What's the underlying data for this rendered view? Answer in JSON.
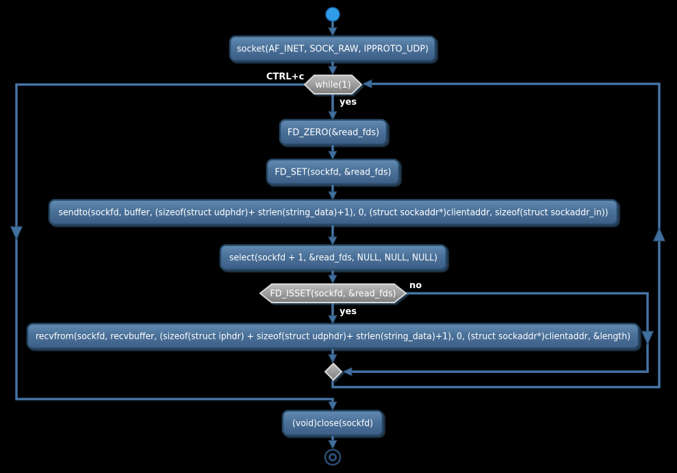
{
  "diagram": {
    "kind": "activity-flowchart",
    "background": "#000000",
    "colors": {
      "activity_fill_top": "#648cb3",
      "activity_fill_bottom": "#3c5e86",
      "activity_border": "#264664",
      "decision_fill_top": "#bdbdbd",
      "decision_fill_bottom": "#7d7d7d",
      "decision_border": "#d8d8d8",
      "edge": "#4674a4",
      "text": "#ffffff",
      "start_fill": "#2f9ce8",
      "end_stroke": "#2b4e76"
    },
    "nodes": {
      "socket": "socket(AF_INET, SOCK_RAW, IPPROTO_UDP)",
      "while_loop": "while(1)",
      "fd_zero": "FD_ZERO(&read_fds)",
      "fd_set": "FD_SET(sockfd, &read_fds)",
      "sendto": "sendto(sockfd, buffer, (sizeof(struct udphdr)+ strlen(string_data)+1), 0, (struct sockaddr*)clientaddr, sizeof(struct sockaddr_in))",
      "select": "select(sockfd + 1, &read_fds, NULL, NULL, NULL)",
      "fd_isset": "FD_ISSET(sockfd, &read_fds)",
      "recvfrom": "recvfrom(sockfd, recvbuffer, (sizeof(struct iphdr) + sizeof(struct udphdr)+ strlen(string_data)+1), 0, (struct sockaddr*)clientaddr, &length)",
      "close": "(void)close(sockfd)"
    },
    "edge_labels": {
      "loop_exit": "CTRL+c",
      "while_yes": "yes",
      "isset_no": "no",
      "isset_yes": "yes"
    }
  }
}
